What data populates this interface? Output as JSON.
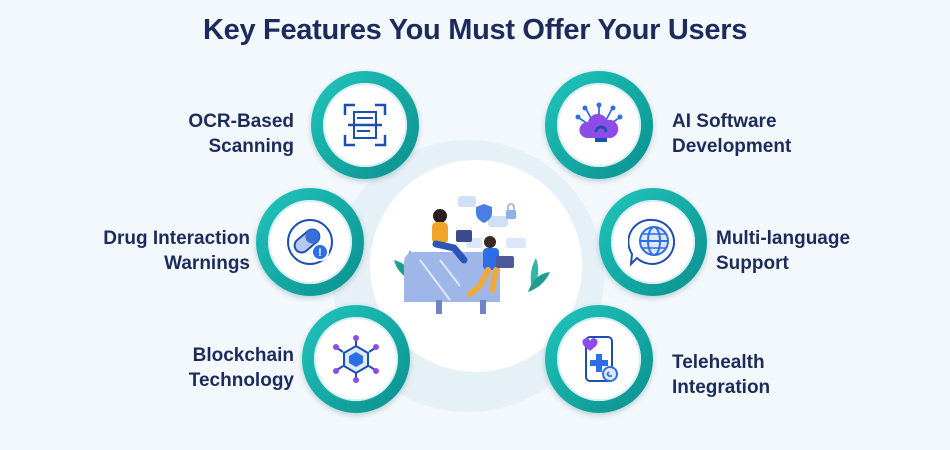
{
  "title": "Key Features You Must Offer Your Users",
  "features": [
    {
      "line1": "OCR-Based",
      "line2": "Scanning",
      "icon": "ocr-scan-icon"
    },
    {
      "line1": "Drug Interaction",
      "line2": "Warnings",
      "icon": "pill-warning-icon"
    },
    {
      "line1": "Blockchain",
      "line2": "Technology",
      "icon": "blockchain-icon"
    },
    {
      "line1": "AI Software",
      "line2": "Development",
      "icon": "ai-cloud-brain-icon"
    },
    {
      "line1": "Multi-language",
      "line2": "Support",
      "icon": "globe-chat-icon"
    },
    {
      "line1": "Telehealth",
      "line2": "Integration",
      "icon": "telehealth-phone-icon"
    }
  ],
  "colors": {
    "ring": "#14b3ae",
    "title": "#1d2b5c",
    "accent_blue": "#2c6ee8",
    "accent_purple": "#8d4ce8"
  },
  "center_illustration": "people-with-devices-illustration"
}
